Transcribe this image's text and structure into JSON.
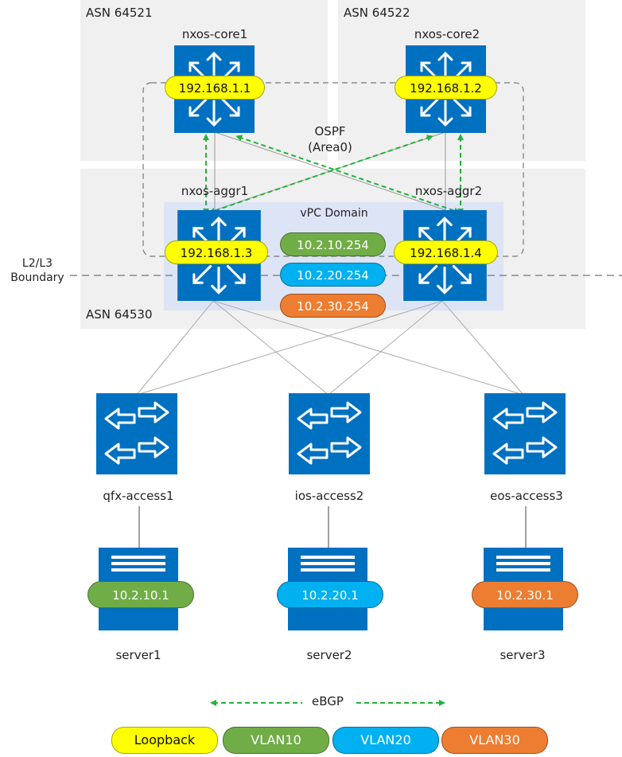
{
  "zones": {
    "asn_core1": "ASN 64521",
    "asn_core2": "ASN 64522",
    "asn_aggr": "ASN 64530"
  },
  "protocol": {
    "ospf": "OSPF",
    "area": "(Area0)",
    "vpc": "vPC Domain",
    "boundary_line1": "L2/L3",
    "boundary_line2": "Boundary"
  },
  "core": [
    {
      "name": "nxos-core1",
      "loopback": "192.168.1.1",
      "icon": "router-icon"
    },
    {
      "name": "nxos-core2",
      "loopback": "192.168.1.2",
      "icon": "router-icon"
    }
  ],
  "aggr": [
    {
      "name": "nxos-aggr1",
      "loopback": "192.168.1.3",
      "icon": "router-icon"
    },
    {
      "name": "nxos-aggr2",
      "loopback": "192.168.1.4",
      "icon": "router-icon"
    }
  ],
  "svis": [
    "10.2.10.254",
    "10.2.20.254",
    "10.2.30.254"
  ],
  "access": [
    {
      "name": "qfx-access1",
      "icon": "switch-icon"
    },
    {
      "name": "ios-access2",
      "icon": "switch-icon"
    },
    {
      "name": "eos-access3",
      "icon": "switch-icon"
    }
  ],
  "servers": [
    {
      "name": "server1",
      "ip": "10.2.10.1",
      "icon": "server-icon"
    },
    {
      "name": "server2",
      "ip": "10.2.20.1",
      "icon": "server-icon"
    },
    {
      "name": "server3",
      "ip": "10.2.30.1",
      "icon": "server-icon"
    }
  ],
  "legend": {
    "ebgp": "eBGP",
    "loopback": "Loopback",
    "vlan10": "VLAN10",
    "vlan20": "VLAN20",
    "vlan30": "VLAN30"
  },
  "colors": {
    "device_blue": "#0070c0",
    "loopback": "#ffff00",
    "vlan10": "#70ad47",
    "vlan20": "#00b0f0",
    "vlan30": "#ed7d31",
    "ebgp": "#1eb43a",
    "zone_bg": "#f0f0f0",
    "vpc_bg": "#dde4f6"
  }
}
